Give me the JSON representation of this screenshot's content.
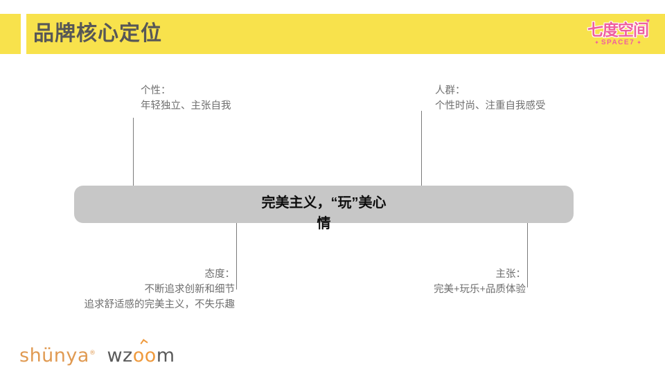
{
  "header": {
    "title": "品牌核心定位"
  },
  "brand_logo": {
    "cn": "七度空间",
    "en": "SPACE7",
    "star_left": "✦",
    "star_right": "✦",
    "heart": "♥",
    "color": "#ef5f9e"
  },
  "center": {
    "line1": "完美主义，“玩”美心",
    "line2": "情",
    "bar_color": "#c7c7c7"
  },
  "callouts": {
    "personality": {
      "label": "个性：",
      "value": "年轻独立、主张自我"
    },
    "audience": {
      "label": "人群：",
      "value": "个性时尚、注重自我感受"
    },
    "attitude": {
      "label": "态度：",
      "value1": "不断追求创新和细节",
      "value2": "追求舒适感的完美主义，不失乐趣"
    },
    "claim": {
      "label": "主张：",
      "value": "完美+玩乐+品质体验"
    }
  },
  "footer": {
    "shunya": "shünya",
    "shunya_reg": "®",
    "wzoom_w": "wz",
    "wzoom_oo": "oo",
    "wzoom_m": "m"
  },
  "theme": {
    "header_yellow": "#f8e24c",
    "title_gray": "#575757",
    "text_gray": "#6e6e6e",
    "line_gray": "#7a7a7a",
    "orange": "#e09a52"
  }
}
